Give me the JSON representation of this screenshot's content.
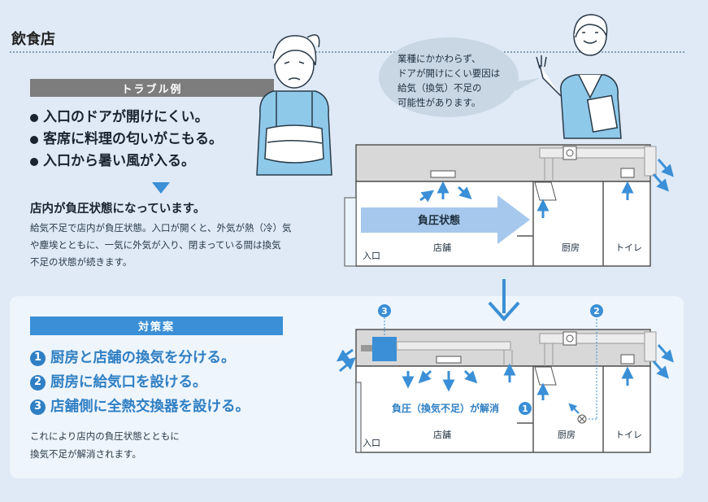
{
  "title": "飲食店",
  "trouble": {
    "header": "トラブル例",
    "items": [
      "入口のドアが開けにくい。",
      "客席に料理の匂いがこもる。",
      "入口から暑い風が入る。"
    ],
    "heading": "店内が負圧状態になっています。",
    "desc_lines": [
      "給気不足で店内が負圧状態。入口が開くと、外気が熱（冷）気",
      "や塵埃とともに、一気に外気が入り、閉まっている間は換気",
      "不足の状態が続きます。"
    ]
  },
  "speech": {
    "lines": [
      "業種にかかわらず、",
      "ドアが開けにくい要因は",
      "給気（換気）不足の",
      "可能性があります。"
    ]
  },
  "measures": {
    "header": "対策案",
    "items": [
      {
        "num": "1",
        "text": "厨房と店舗の換気を分ける。"
      },
      {
        "num": "2",
        "text": "厨房に給気口を設ける。"
      },
      {
        "num": "3",
        "text": "店舗側に全熱交換器を設ける。"
      }
    ],
    "note_lines": [
      "これにより店内の負圧状態とともに",
      "換気不足が解消されます。"
    ]
  },
  "diagram_top": {
    "negative_label": "負圧状態",
    "rooms": {
      "entrance": "入口",
      "store": "店舗",
      "kitchen": "厨房",
      "toilet": "トイレ"
    }
  },
  "diagram_bottom": {
    "resolved_label": "負圧（換気不足）が解消",
    "rooms": {
      "entrance": "入口",
      "store": "店舗",
      "kitchen": "厨房",
      "toilet": "トイレ"
    },
    "markers": {
      "m1": "1",
      "m2": "2",
      "m3": "3"
    }
  },
  "colors": {
    "accent": "#3a8fd6",
    "dark_bar": "#7d7d7d",
    "duct": "#d8d8d8",
    "heat_exchanger": "#3a8fd6"
  }
}
